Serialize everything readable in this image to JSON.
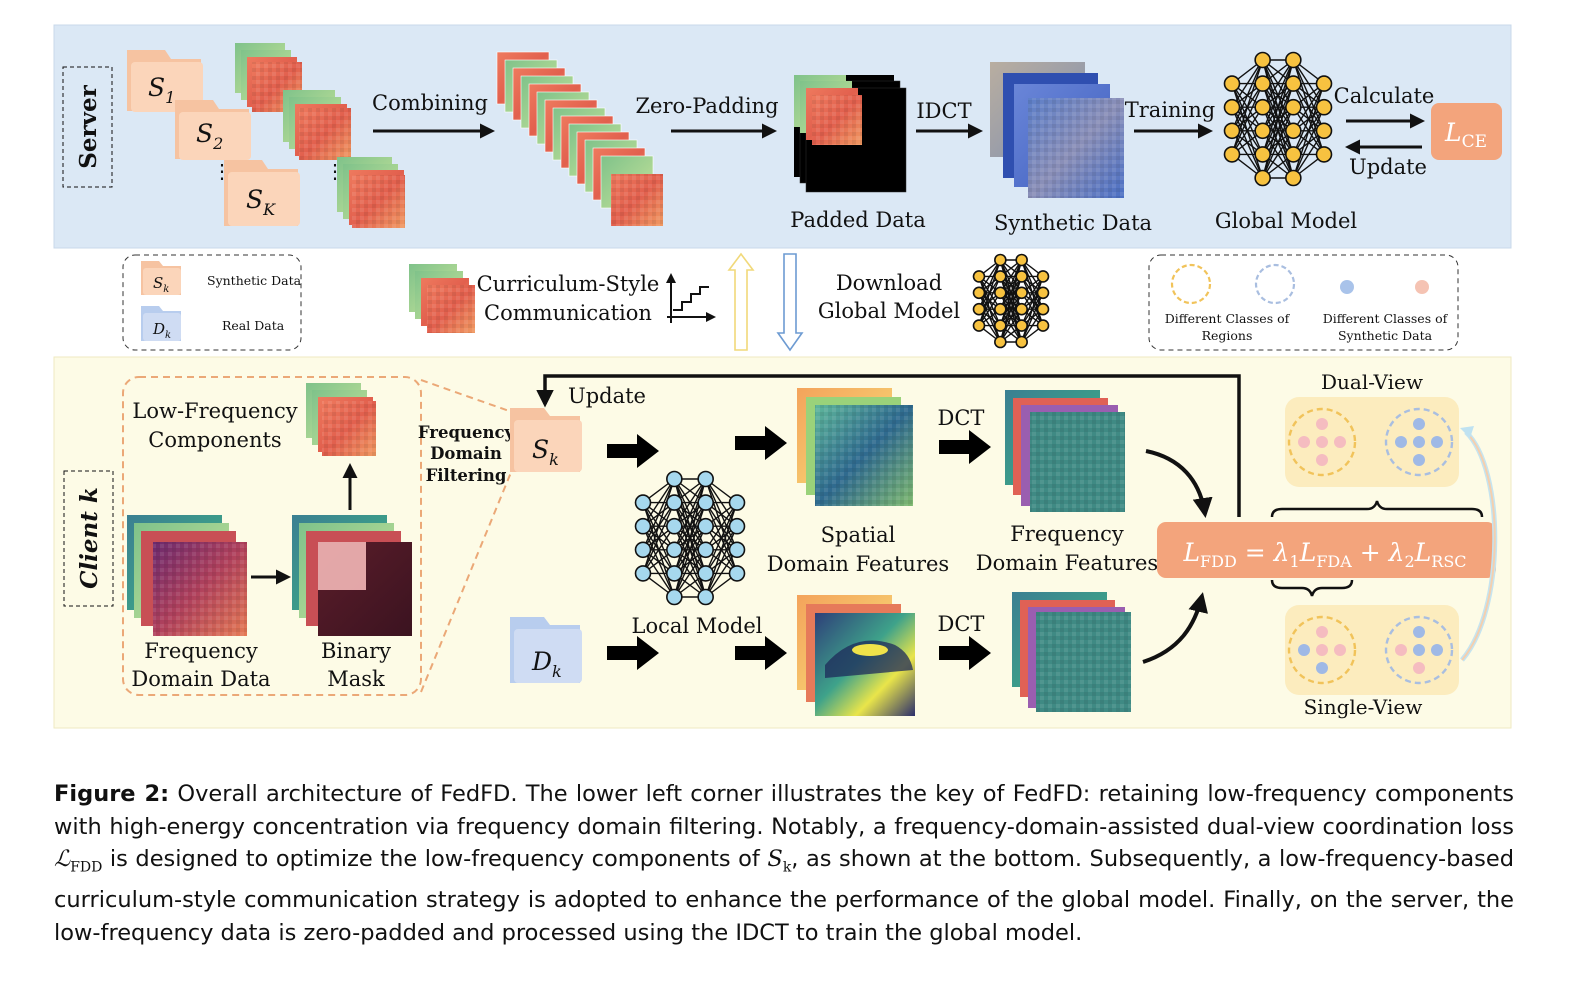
{
  "server": {
    "label": "Server",
    "combining": "Combining",
    "zero_padding": "Zero-Padding",
    "idct": "IDCT",
    "training": "Training",
    "calculate": "Calculate",
    "update": "Update",
    "padded_data": "Padded Data",
    "synthetic_data": "Synthetic Data",
    "global_model": "Global Model",
    "loss_base": "L",
    "loss_sub": "CE",
    "s1_base": "S",
    "s1_sub": "1",
    "s2_base": "S",
    "s2_sub": "2",
    "sk_base": "S",
    "sk_sub": "K"
  },
  "middle": {
    "legend_sk_base": "S",
    "legend_sk_sub": "k",
    "legend_synthetic": "Synthetic Data",
    "legend_dk_base": "D",
    "legend_dk_sub": "k",
    "legend_real": "Real Data",
    "comm_line1": "Curriculum-Style",
    "comm_line2": "Communication",
    "download_line1": "Download",
    "download_line2": "Global Model",
    "regions_line1": "Different Classes of",
    "regions_line2": "Regions",
    "synclass_line1": "Different Classes of",
    "synclass_line2": "Synthetic Data"
  },
  "client": {
    "label": "Client k",
    "lowfreq_line1": "Low-Frequency",
    "lowfreq_line2": "Components",
    "freq_data_line1": "Frequency",
    "freq_data_line2": "Domain Data",
    "binary_line1": "Binary",
    "binary_line2": "Mask",
    "filter_line1": "Frequency",
    "filter_line2": "Domain",
    "filter_line3": "Filtering",
    "update": "Update",
    "sk_base": "S",
    "sk_sub": "k",
    "dk_base": "D",
    "dk_sub": "k",
    "local_model": "Local Model",
    "spatial_line1": "Spatial",
    "spatial_line2": "Domain Features",
    "freq_feat_line1": "Frequency",
    "freq_feat_line2": "Domain Features",
    "dct_top": "DCT",
    "dct_bottom": "DCT",
    "dual_view": "Dual-View",
    "single_view": "Single-View",
    "fdd": {
      "l": "L",
      "fdd_sub": "FDD",
      "eq": " = ",
      "lam1": "λ",
      "lam1_sub": "1",
      "l1": "L",
      "fda_sub": "FDA",
      "plus": " + ",
      "lam2": "λ",
      "lam2_sub": "2",
      "l2": "L",
      "rsc_sub": "RSC"
    }
  },
  "caption": {
    "label": "Figure 2:",
    "part1": "Overall architecture of FedFD. The lower left corner illustrates the key of FedFD: retaining low-frequency components with high-energy concentration via frequency domain filtering. Notably, a frequency-domain-assisted dual-view coordination loss",
    "loss_base": "ℒ",
    "loss_sub": "FDD",
    "part2": "is designed to optimize the low-frequency components of",
    "sk_base": "S",
    "sk_sub": "k",
    "part3": ", as shown at the bottom. Subsequently, a low-frequency-based curriculum-style communication strategy is adopted to enhance the performance of the global model. Finally, on the server, the low-frequency data is zero-padded and processed using the IDCT to train the global model."
  },
  "colors": {
    "server_bg": "#dbe8f5",
    "client_bg": "#fdfbe6",
    "folder_orange": "#f6c3a1",
    "folder_blue": "#b8cdee",
    "loss_orange": "#f3a47c",
    "node_orange": "#f7c240",
    "node_blue": "#a6d8ee",
    "region_orange": "#f1c35a",
    "region_blue": "#a9bee0"
  }
}
